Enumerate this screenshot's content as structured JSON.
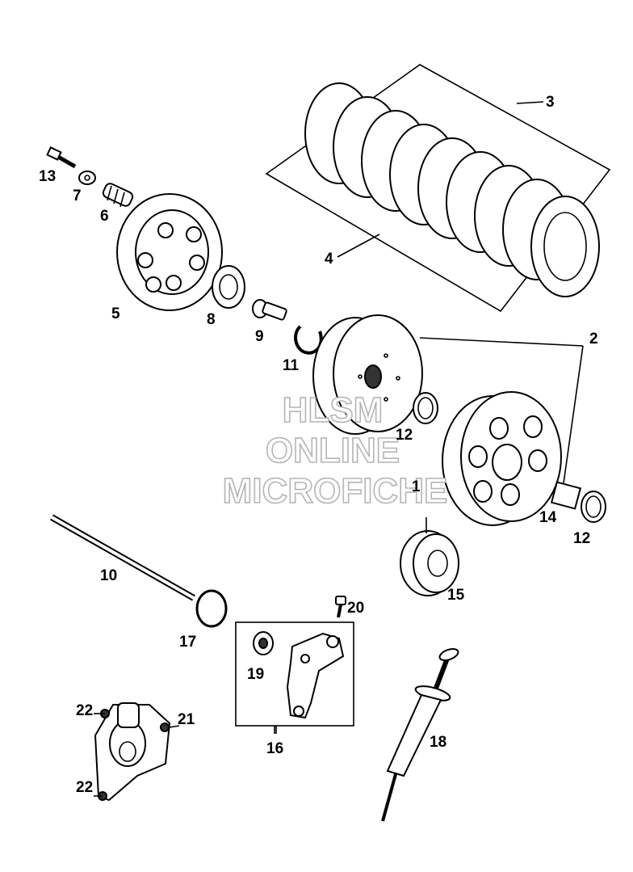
{
  "labels": {
    "p1": "1",
    "p2": "2",
    "p3": "3",
    "p4": "4",
    "p5": "5",
    "p6": "6",
    "p7": "7",
    "p8": "8",
    "p9": "9",
    "p10": "10",
    "p11": "11",
    "p12a": "12",
    "p12b": "12",
    "p13": "13",
    "p14": "14",
    "p15": "15",
    "p16": "16",
    "p17": "17",
    "p18": "18",
    "p19": "19",
    "p20": "20",
    "p21": "21",
    "p22a": "22",
    "p22b": "22"
  },
  "watermark": {
    "line1": "HLSM",
    "line2": "ONLINE",
    "line3": "MICROFICHE"
  }
}
